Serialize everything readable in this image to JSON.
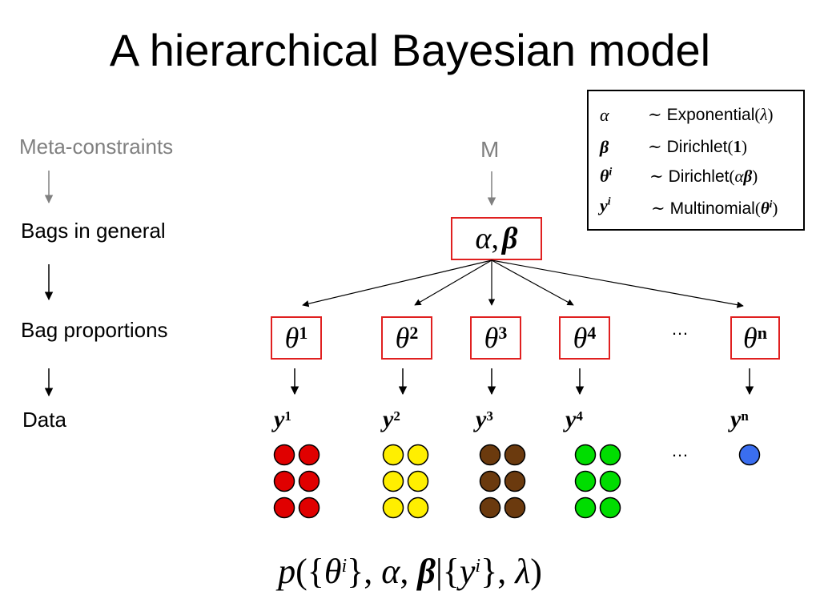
{
  "title": "A hierarchical Bayesian model",
  "levels": {
    "meta": "Meta-constraints",
    "general": "Bags in general",
    "proportions": "Bag proportions",
    "data": "Data"
  },
  "m_label": "M",
  "top_node": {
    "alpha": "α",
    "sep": ",",
    "beta": "β"
  },
  "legend": [
    {
      "sym_main": "α",
      "sym_sup": "",
      "sym_style": "it",
      "dist": "Exponential",
      "arg_open": "(",
      "arg_a": "λ",
      "arg_a_style": "it",
      "arg_b": "",
      "arg_b_style": "",
      "arg_sup": "",
      "arg_close": ")"
    },
    {
      "sym_main": "β",
      "sym_sup": "",
      "sym_style": "bi",
      "dist": "Dirichlet",
      "arg_open": "(",
      "arg_a": "1",
      "arg_a_style": "b",
      "arg_b": "",
      "arg_b_style": "",
      "arg_sup": "",
      "arg_close": ")"
    },
    {
      "sym_main": "θ",
      "sym_sup": "i",
      "sym_style": "bi",
      "dist": "Dirichlet",
      "arg_open": "(",
      "arg_a": "α",
      "arg_a_style": "it",
      "arg_b": "β",
      "arg_b_style": "bi",
      "arg_sup": "",
      "arg_close": ")"
    },
    {
      "sym_main": "y",
      "sym_sup": "i",
      "sym_style": "bi",
      "dist": "Multinomial",
      "arg_open": "(",
      "arg_a": "θ",
      "arg_a_style": "bi",
      "arg_b": "",
      "arg_b_style": "",
      "arg_sup": "i",
      "arg_close": ")"
    }
  ],
  "tilde": "∼",
  "theta_symbol": "θ",
  "y_symbol": "y",
  "bags": [
    {
      "sup": "1",
      "color": "#e00000",
      "balls": 6
    },
    {
      "sup": "2",
      "color": "#ffef00",
      "balls": 6
    },
    {
      "sup": "3",
      "color": "#6b3a0e",
      "balls": 6
    },
    {
      "sup": "4",
      "color": "#00dd00",
      "balls": 6
    },
    {
      "sup": "n",
      "color": "#3a6ef0",
      "balls": 1
    }
  ],
  "ellipsis": "…",
  "formula": {
    "p": "p",
    "open": "({",
    "theta": "θ",
    "sup1": "i",
    "mid1": "}, ",
    "alpha": "α",
    "comma": ", ",
    "beta": "β",
    "bar": "|{",
    "y": "y",
    "sup2": "i",
    "mid2": "}, ",
    "lambda": "λ",
    "close": ")"
  }
}
